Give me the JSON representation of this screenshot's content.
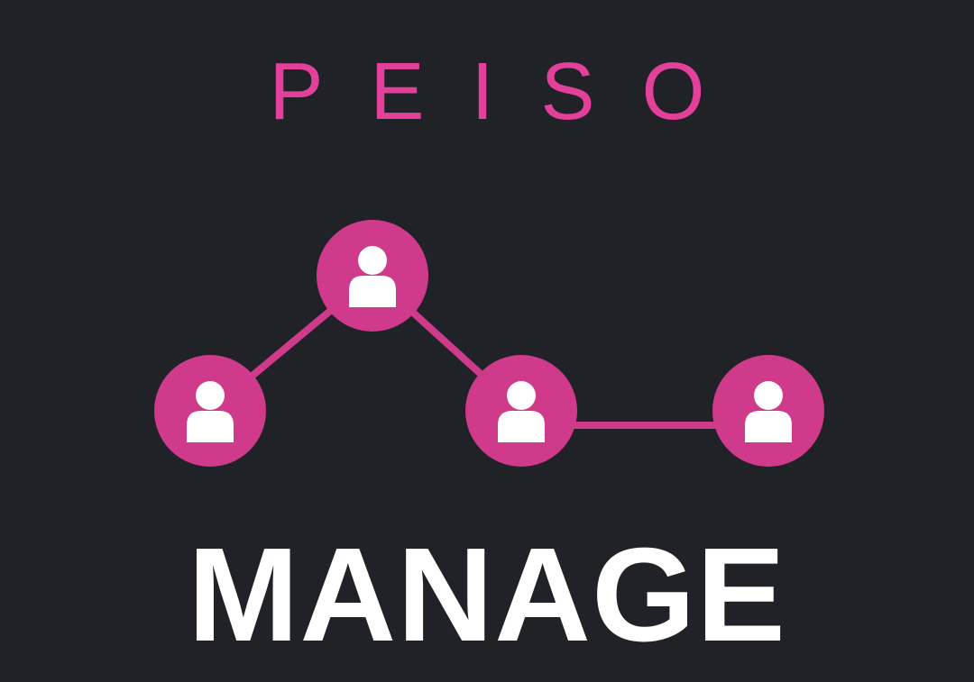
{
  "brand": {
    "title": "PEISO"
  },
  "headline": {
    "text": "MANAGE"
  },
  "colors": {
    "background": "#202227",
    "accent": "#cf3a8b",
    "title": "#e2409a",
    "text": "#ffffff"
  },
  "network": {
    "node_icon": "user-icon",
    "node_count": 4
  }
}
